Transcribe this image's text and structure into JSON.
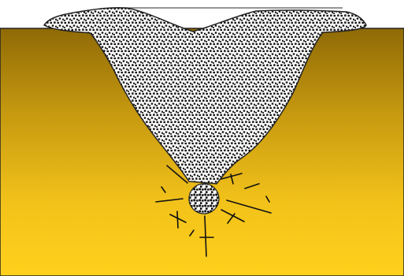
{
  "diagram": {
    "subject": "weld-cross-section",
    "parts": [
      {
        "part": "base-metal",
        "color_top": "#8f6a06",
        "color_bottom": "#ffd11c"
      },
      {
        "part": "weld-metal",
        "fill": "granular",
        "color": "#ffffff",
        "pattern_color": "#111111"
      },
      {
        "part": "root-defect",
        "fill": "granular"
      },
      {
        "part": "stress-marks",
        "color": "#111111"
      }
    ],
    "outline_color": "#222222"
  }
}
